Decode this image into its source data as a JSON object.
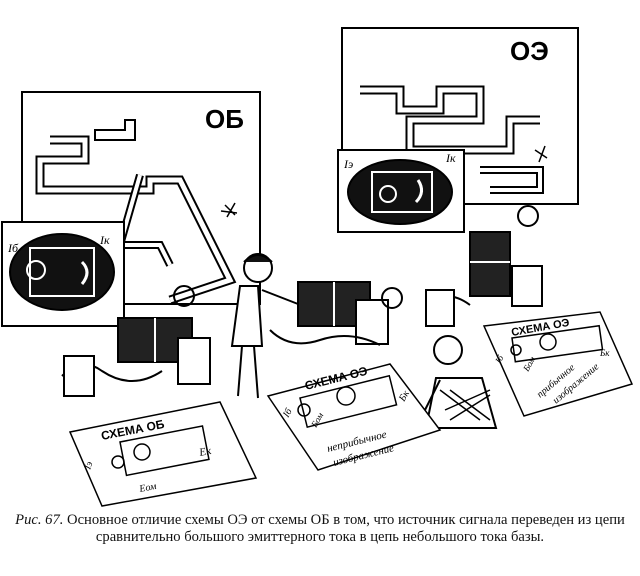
{
  "illustration": {
    "left_poster": {
      "title": "ОБ",
      "inset_labels": [
        "Iб",
        "Iк"
      ]
    },
    "right_poster": {
      "title": "ОЭ",
      "inset_labels": [
        "Iэ",
        "Iк"
      ]
    },
    "sheet_left": {
      "title": "СХЕМА ОБ",
      "labels": [
        "Iэ",
        "Eк",
        "Eом"
      ]
    },
    "sheet_middle": {
      "title": "СХЕМА ОЭ",
      "labels": [
        "Iб",
        "Бк",
        "Бом",
        "неприбычное",
        "изображение"
      ]
    },
    "sheet_right": {
      "title": "СХЕМА ОЭ",
      "labels": [
        "Iб",
        "Бк",
        "Бом",
        "прибычное",
        "изображение"
      ]
    }
  },
  "caption": {
    "prefix": "Рис. 67.",
    "text": " Основное отличие схемы ОЭ от схемы ОБ в том, что источник сигнала переведен из цепи сравнительно большого эмиттерного тока в цепь небольшого тока базы."
  }
}
